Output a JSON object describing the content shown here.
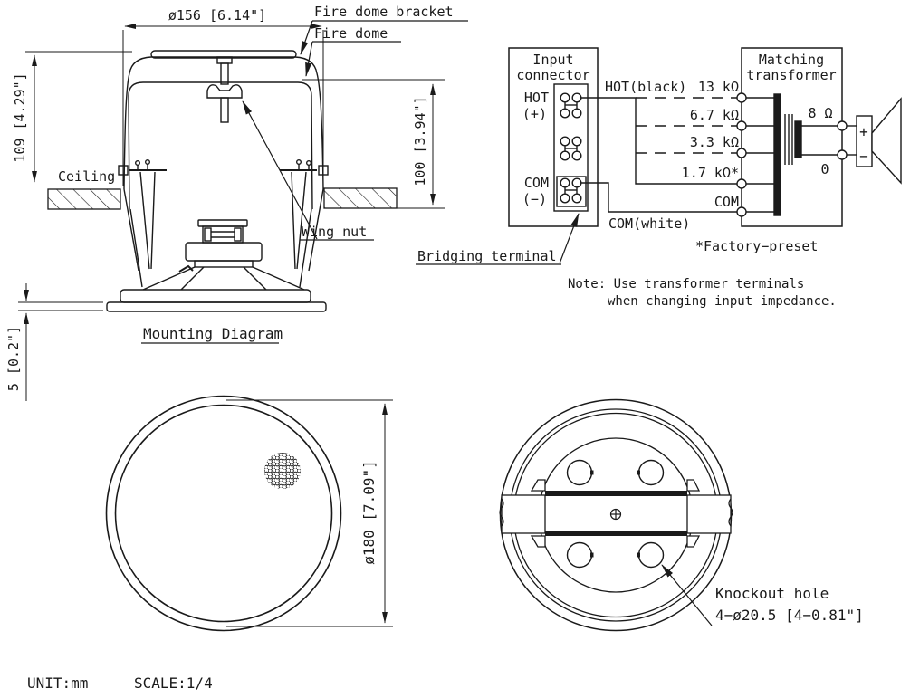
{
  "colors": {
    "line": "#1a1a1a",
    "background": "#ffffff"
  },
  "mounting": {
    "title": "Mounting Diagram",
    "fire_dome_bracket": "Fire dome bracket",
    "fire_dome": "Fire dome",
    "ceiling": "Ceiling",
    "wing_nut": "Wing nut",
    "dim_width": "ø156 [6.14\"]",
    "dim_height_left": "109 [4.29\"]",
    "dim_height_right": "100 [3.94\"]",
    "dim_rim": "5 [0.2\"]"
  },
  "wiring": {
    "input_connector_title_1": "Input",
    "input_connector_title_2": "connector",
    "hot": "HOT",
    "hot_polarity": "(+)",
    "com": "COM",
    "com_polarity": "(−)",
    "bridging_terminal": "Bridging terminal",
    "hot_wire": "HOT(black)",
    "com_wire": "COM(white)",
    "transformer_title_1": "Matching",
    "transformer_title_2": "transformer",
    "taps": [
      "13 kΩ",
      "6.7 kΩ",
      "3.3 kΩ",
      "1.7 kΩ*",
      "COM"
    ],
    "secondary_top": "8 Ω",
    "secondary_bottom": "0",
    "speaker_plus": "+",
    "speaker_minus": "−",
    "factory_preset": "*Factory−preset",
    "note_line1": "Note: Use transformer terminals",
    "note_line2": "when changing input impedance."
  },
  "front_view": {
    "dim_diameter": "ø180 [7.09\"]"
  },
  "rear_view": {
    "knockout_line1": "Knockout hole",
    "knockout_line2": "4−ø20.5 [4−0.81\"]"
  },
  "footer": {
    "unit": "UNIT:mm",
    "scale": "SCALE:1/4"
  }
}
